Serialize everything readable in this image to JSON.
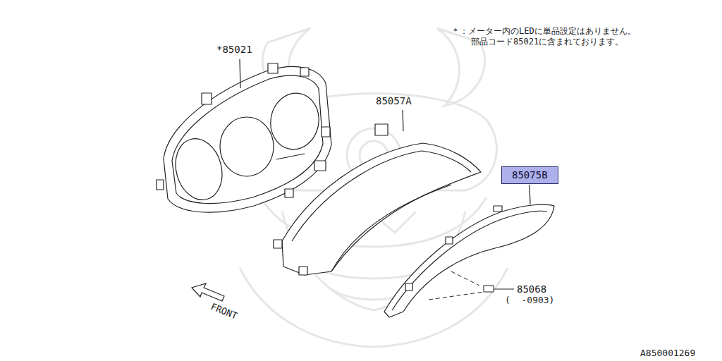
{
  "diagram": {
    "nodes": [
      {
        "text": [
          "85075B"
        ]
      }
    ],
    "labels": [
      "*85021",
      "85057A",
      "85068",
      "(  -0903)",
      "＊：メーター内のLEDに単品設定はありません。",
      "部品コード85021に含まれております。",
      "FRONT",
      "A850001269"
    ]
  }
}
